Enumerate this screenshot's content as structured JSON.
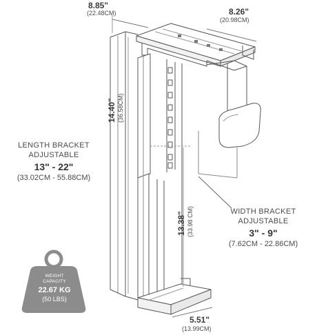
{
  "dimensions": {
    "depth": {
      "imperial": "8.85\"",
      "metric": "(22.48CM)"
    },
    "width": {
      "imperial": "8.26\"",
      "metric": "(20.98CM)"
    },
    "height": {
      "imperial": "14.40\"",
      "metric": "(36.58CM)"
    },
    "inner_height": {
      "imperial": "13.38\"",
      "metric": "(33.98 CM)"
    },
    "base_width": {
      "imperial": "5.51\"",
      "metric": "(13.99CM)"
    }
  },
  "length_bracket": {
    "line1": "LENGTH BRACKET",
    "line2": "ADJUSTABLE",
    "range": "13\" - 22\"",
    "metric": "(33.02CM - 55.88CM)"
  },
  "width_bracket": {
    "line1": "WIDTH BRACKET",
    "line2": "ADJUSTABLE",
    "range": "3\" - 9\"",
    "metric": "(7.62CM - 22.86CM)"
  },
  "weight": {
    "line1": "WEIGHT",
    "line2": "CAPACITY",
    "kg": "22.67 KG",
    "lbs": "(50 LBS)",
    "color": "#8c8c8c"
  },
  "colors": {
    "line": "#555555",
    "text": "#3f3f3f"
  }
}
